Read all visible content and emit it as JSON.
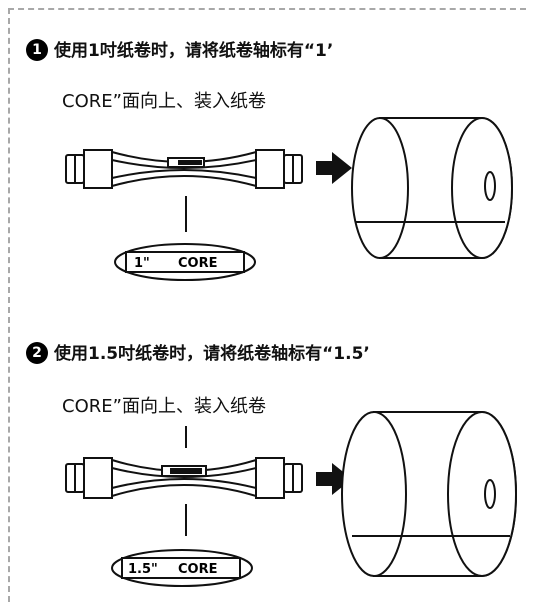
{
  "steps": [
    {
      "number": "1",
      "line1": "使用1吋纸卷时，请将纸卷轴标有“1’",
      "line2": "CORE”面向上、装入纸卷",
      "label_prefix": "1\"",
      "label_core": "CORE",
      "shaft_tag": "1\" CORE"
    },
    {
      "number": "2",
      "line1": "使用1.5吋纸卷时，请将纸卷轴标有“1.5’",
      "line2": "CORE”面向上、装入纸卷",
      "label_prefix": "1.5\"",
      "label_core": "CORE",
      "shaft_tag": "1.5\" CORE"
    }
  ],
  "colors": {
    "frame_dash": "#a8a8a8",
    "ink": "#111111",
    "background": "#ffffff"
  },
  "icons": {
    "step_badge": "black-circle-number",
    "arrow": "right-arrow-icon",
    "roll": "paper-roll-icon",
    "shaft": "paper-roll-shaft-icon"
  }
}
